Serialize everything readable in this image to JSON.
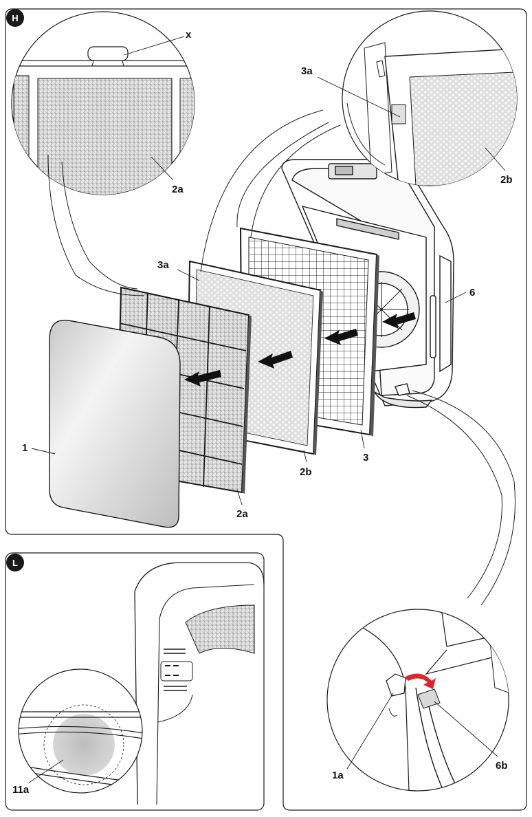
{
  "panels": {
    "h": {
      "badge": "H"
    },
    "l": {
      "badge": "L"
    }
  },
  "labels": {
    "x": "x",
    "zoom_2a": "2a",
    "zoom_3a": "3a",
    "zoom_2b": "2b",
    "part_3a": "3a",
    "part_6": "6",
    "part_1": "1",
    "part_2b": "2b",
    "part_3": "3",
    "part_2a": "2a",
    "part_1a": "1a",
    "part_6b": "6b",
    "part_11a": "11a"
  },
  "colors": {
    "line": "#1a1a1a",
    "badge": "#1a1a1a",
    "arrow": "#111111",
    "rotate_arrow": "#e0262b",
    "panel_gray": "#dcdcdc",
    "mesh": "#6e6e6e"
  }
}
